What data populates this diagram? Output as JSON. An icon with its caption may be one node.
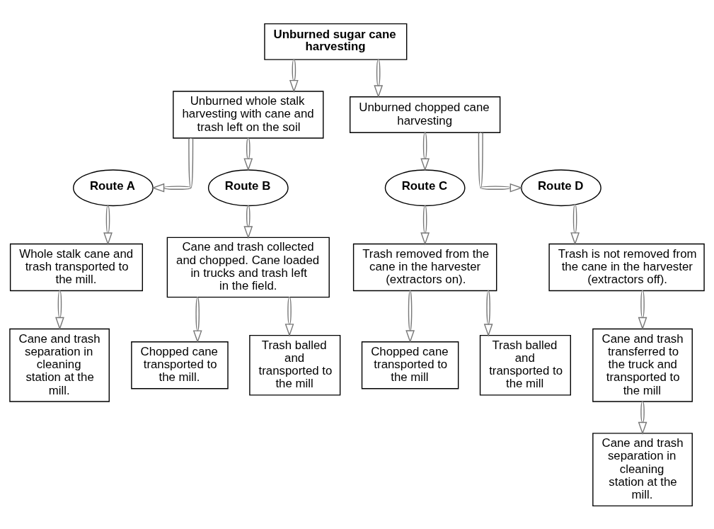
{
  "diagram": {
    "nodes": [
      {
        "text": [
          "Unburned sugar cane harvesting"
        ]
      },
      {
        "text": [
          "Unburned whole stalk harvesting with cane and trash left on the soil"
        ]
      },
      {
        "text": [
          "Unburned chopped cane harvesting"
        ]
      },
      {
        "text": [
          "Route A"
        ]
      },
      {
        "text": [
          "Route B"
        ]
      },
      {
        "text": [
          "Route C"
        ]
      },
      {
        "text": [
          "Route D"
        ]
      },
      {
        "text": [
          "Whole stalk cane and trash transported to the mill."
        ]
      },
      {
        "text": [
          "Cane and trash collected and chopped. Cane loaded in trucks and trash left in the field."
        ]
      },
      {
        "text": [
          "Trash removed from the cane in the harvester (extractors on)."
        ]
      },
      {
        "text": [
          "Trash is not removed from the cane in the harvester (extractors off)."
        ]
      },
      {
        "text": [
          "Cane and trash separation in cleaning station at the mill."
        ]
      },
      {
        "text": [
          "Chopped cane transported to the mill."
        ]
      },
      {
        "text": [
          "Trash balled and transported to the mill"
        ]
      },
      {
        "text": [
          "Chopped cane transported to the mill"
        ]
      },
      {
        "text": [
          "Trash balled and transported to the mill"
        ]
      },
      {
        "text": [
          "Cane and trash transferred to the truck and transported to the mill"
        ]
      },
      {
        "text": [
          "Cane and trash separation in cleaning station at the mill."
        ]
      }
    ],
    "edges": [
      {
        "from": 0,
        "to": 1,
        "arrow": "to"
      },
      {
        "from": 0,
        "to": 2,
        "arrow": "to"
      },
      {
        "from": 1,
        "to": 3,
        "arrow": "to"
      },
      {
        "from": 1,
        "to": 4,
        "arrow": "to"
      },
      {
        "from": 2,
        "to": 5,
        "arrow": "to"
      },
      {
        "from": 2,
        "to": 6,
        "arrow": "to"
      },
      {
        "from": 3,
        "to": 7,
        "arrow": "to"
      },
      {
        "from": 4,
        "to": 8,
        "arrow": "to"
      },
      {
        "from": 5,
        "to": 9,
        "arrow": "to"
      },
      {
        "from": 6,
        "to": 10,
        "arrow": "to"
      },
      {
        "from": 7,
        "to": 11,
        "arrow": "to"
      },
      {
        "from": 8,
        "to": 12,
        "arrow": "to"
      },
      {
        "from": 8,
        "to": 13,
        "arrow": "to"
      },
      {
        "from": 9,
        "to": 14,
        "arrow": "to"
      },
      {
        "from": 9,
        "to": 15,
        "arrow": "to"
      },
      {
        "from": 10,
        "to": 16,
        "arrow": "to"
      },
      {
        "from": 16,
        "to": 17,
        "arrow": "to"
      }
    ]
  }
}
